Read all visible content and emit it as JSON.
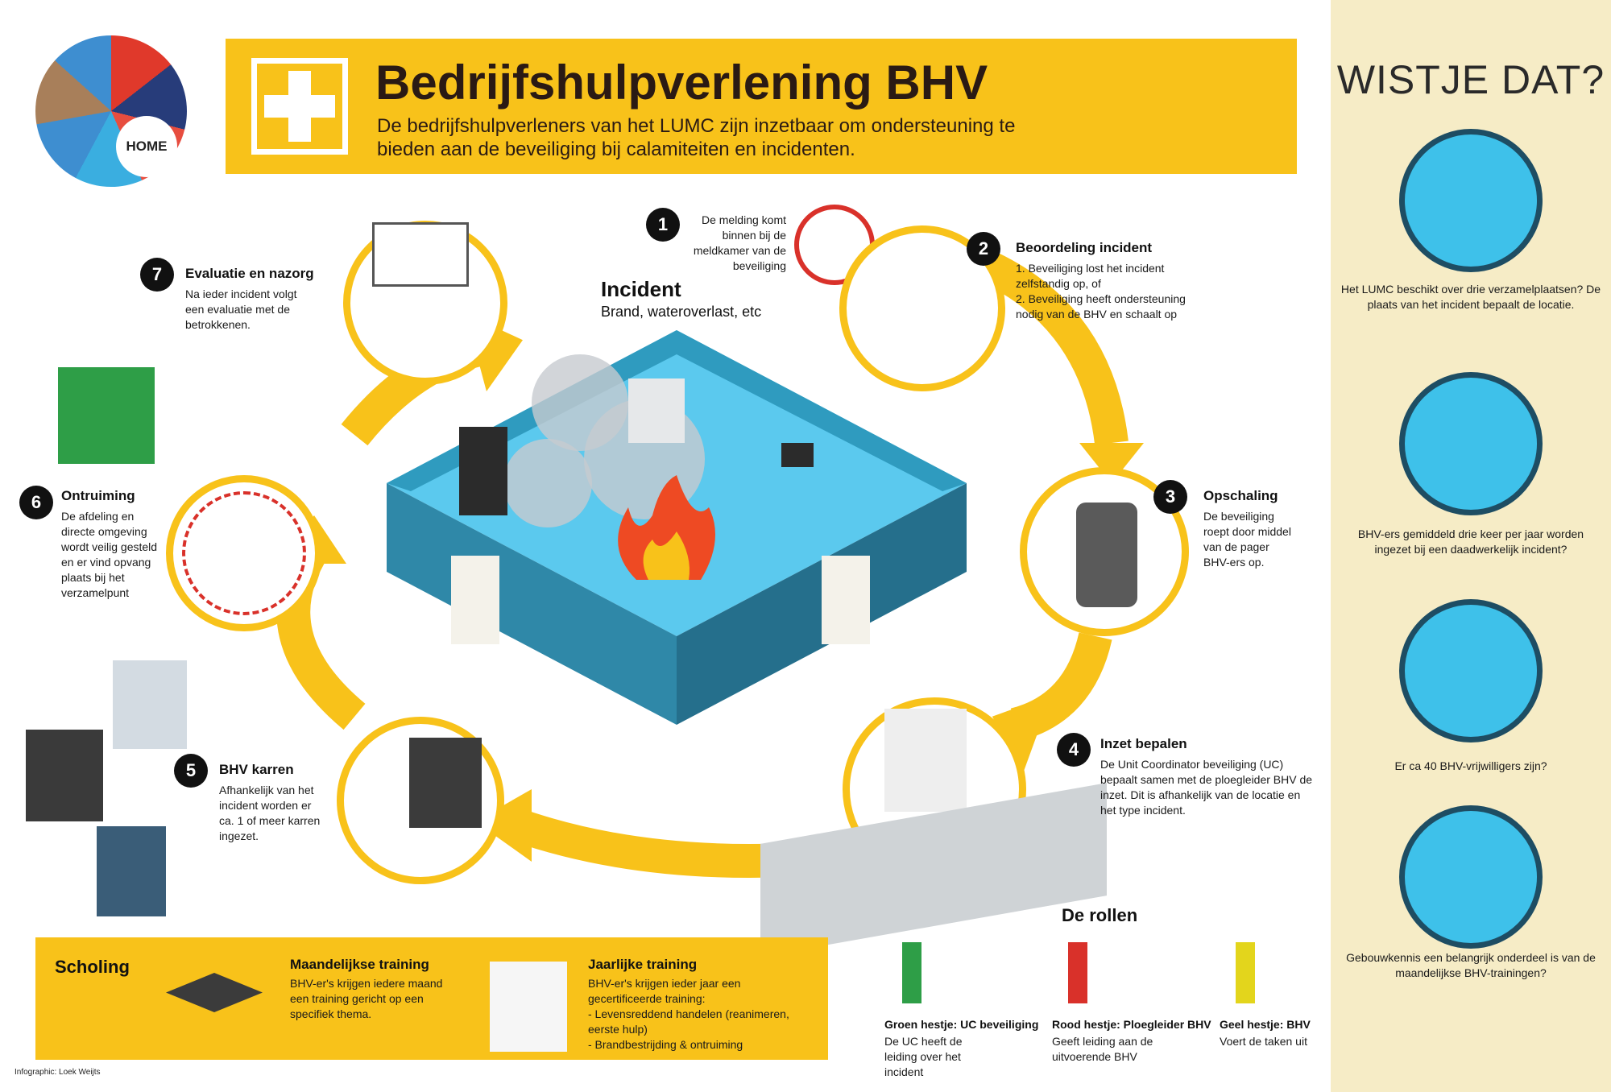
{
  "header": {
    "title": "Bedrijfshulpverlening BHV",
    "subtitle": "De bedrijfshulpverleners van het LUMC zijn inzetbaar om ondersteuning te bieden aan de beveiliging bij calamiteiten en incidenten."
  },
  "home": {
    "label": "HOME"
  },
  "incident": {
    "title": "Incident",
    "subtitle": "Brand, wateroverlast, etc"
  },
  "steps": [
    {
      "number": "1",
      "text": "De melding komt binnen bij de meldkamer van de beveiliging"
    },
    {
      "number": "2",
      "title": "Beoordeling incident",
      "items": [
        "1. Beveiliging lost het incident zelfstandig op, of",
        "2. Beveiliging heeft ondersteuning nodig van de BHV en schaalt op"
      ]
    },
    {
      "number": "3",
      "title": "Opschaling",
      "text": "De beveiliging roept door middel van de pager BHV-ers op."
    },
    {
      "number": "4",
      "title": "Inzet bepalen",
      "text": "De Unit Coordinator beveiliging (UC) bepaalt samen met de ploegleider BHV de inzet. Dit is afhankelijk van de locatie en het type incident."
    },
    {
      "number": "5",
      "title": "BHV karren",
      "text": "Afhankelijk van het incident worden er ca. 1 of meer karren ingezet."
    },
    {
      "number": "6",
      "title": "Ontruiming",
      "text": "De afdeling en directe omgeving wordt veilig gesteld en er vind opvang plaats bij het verzamelpunt"
    },
    {
      "number": "7",
      "title": "Evaluatie en nazorg",
      "text": "Na ieder incident volgt een evaluatie met de betrokkenen."
    }
  ],
  "roles": {
    "title": "De rollen",
    "items": [
      {
        "title": "Groen hestje: UC beveiliging",
        "text": "De UC heeft de leiding over het incident",
        "color": "#2e9e47"
      },
      {
        "title": "Rood hestje: Ploegleider BHV",
        "text": "Geeft leiding aan de uitvoerende BHV",
        "color": "#d9312a"
      },
      {
        "title": "Geel hestje: BHV",
        "text": "Voert de taken uit",
        "color": "#e3d51c"
      }
    ]
  },
  "scholing": {
    "title": "Scholing",
    "monthly": {
      "title": "Maandelijkse training",
      "text": "BHV-er's krijgen iedere maand een training gericht op een specifiek thema."
    },
    "yearly": {
      "title": "Jaarlijke training",
      "text": "BHV-er's krijgen ieder jaar een gecertificeerde training:",
      "items": [
        "- Levensreddend handelen (reanimeren, eerste hulp)",
        "- Brandbestrijding & ontruiming"
      ]
    }
  },
  "sidebar": {
    "title": "WISTJE DAT?",
    "facts": [
      "Het LUMC beschikt over drie verzamelplaatsen? De plaats van het incident bepaalt de locatie.",
      "BHV-ers gemiddeld drie keer per jaar worden ingezet bij een daadwerkelijk incident?",
      "Er ca 40 BHV-vrijwilligers zijn?",
      "Gebouwkennis een belangrijk onderdeel is van de maandelijkse BHV-trainingen?"
    ]
  },
  "credit": "Infographic: Loek Weijts",
  "colors": {
    "accent_yellow": "#f8c21a",
    "sidebar_bg": "#f6ecc6",
    "fact_circle": "#3ec1ea",
    "room_teal": "#2f9bbf"
  }
}
